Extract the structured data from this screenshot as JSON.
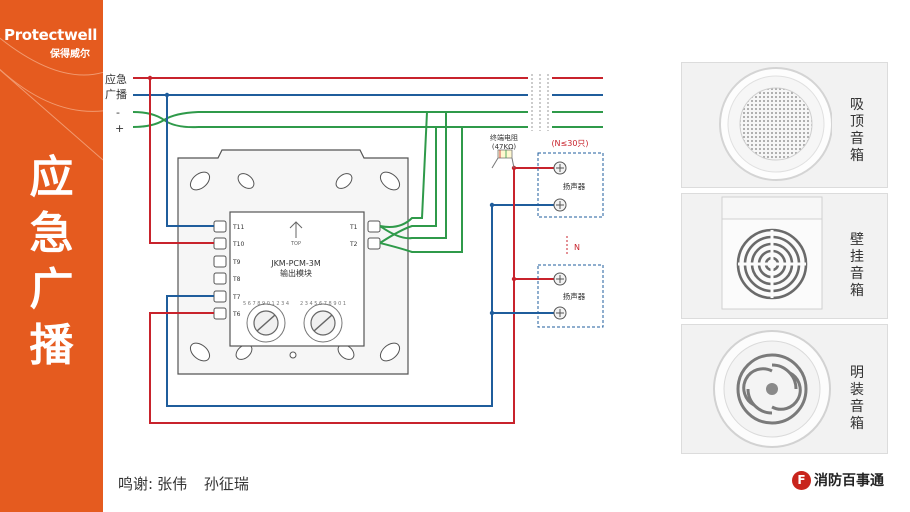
{
  "brand": {
    "name": "Protectwell",
    "sub": "保得威尔"
  },
  "title_chars": [
    "应",
    "急",
    "广",
    "播"
  ],
  "wiring": {
    "bus_label_1": "应急",
    "bus_label_2": "广播",
    "minus": "-",
    "plus": "+",
    "module_model": "JKM-PCM-3M",
    "module_name": "输出模块",
    "top_mark": "TOP",
    "left_terminals": [
      "T11",
      "T10",
      "T9",
      "T8",
      "T7",
      "T6"
    ],
    "right_terminals": [
      "T1",
      "T2"
    ],
    "resistor_label_1": "终端电阻",
    "resistor_label_2": "(47KΩ)",
    "count_note": "(N≤30只)",
    "speaker_1": "扬声器",
    "speaker_2": "扬声器",
    "n_mark": "N",
    "dial_numbers_1": "5 6 7 8 9 0 1 2 3 4",
    "dial_numbers_2": "2 3 4 5 6 7 8 9 0 1"
  },
  "credit": {
    "prefix": "鸣谢:",
    "names": [
      "张伟",
      "孙征瑞"
    ]
  },
  "products": [
    {
      "chars": [
        "吸",
        "顶",
        "音",
        "箱"
      ]
    },
    {
      "chars": [
        "壁",
        "挂",
        "音",
        "箱"
      ]
    },
    {
      "chars": [
        "明",
        "装",
        "音",
        "箱"
      ]
    }
  ],
  "footer_logo": {
    "mark": "F",
    "text": "消防百事通"
  },
  "colors": {
    "accent": "#e55b1f",
    "red_wire": "#c8232c",
    "blue_wire": "#1f5d9c",
    "green_wire": "#2f9a4a"
  }
}
